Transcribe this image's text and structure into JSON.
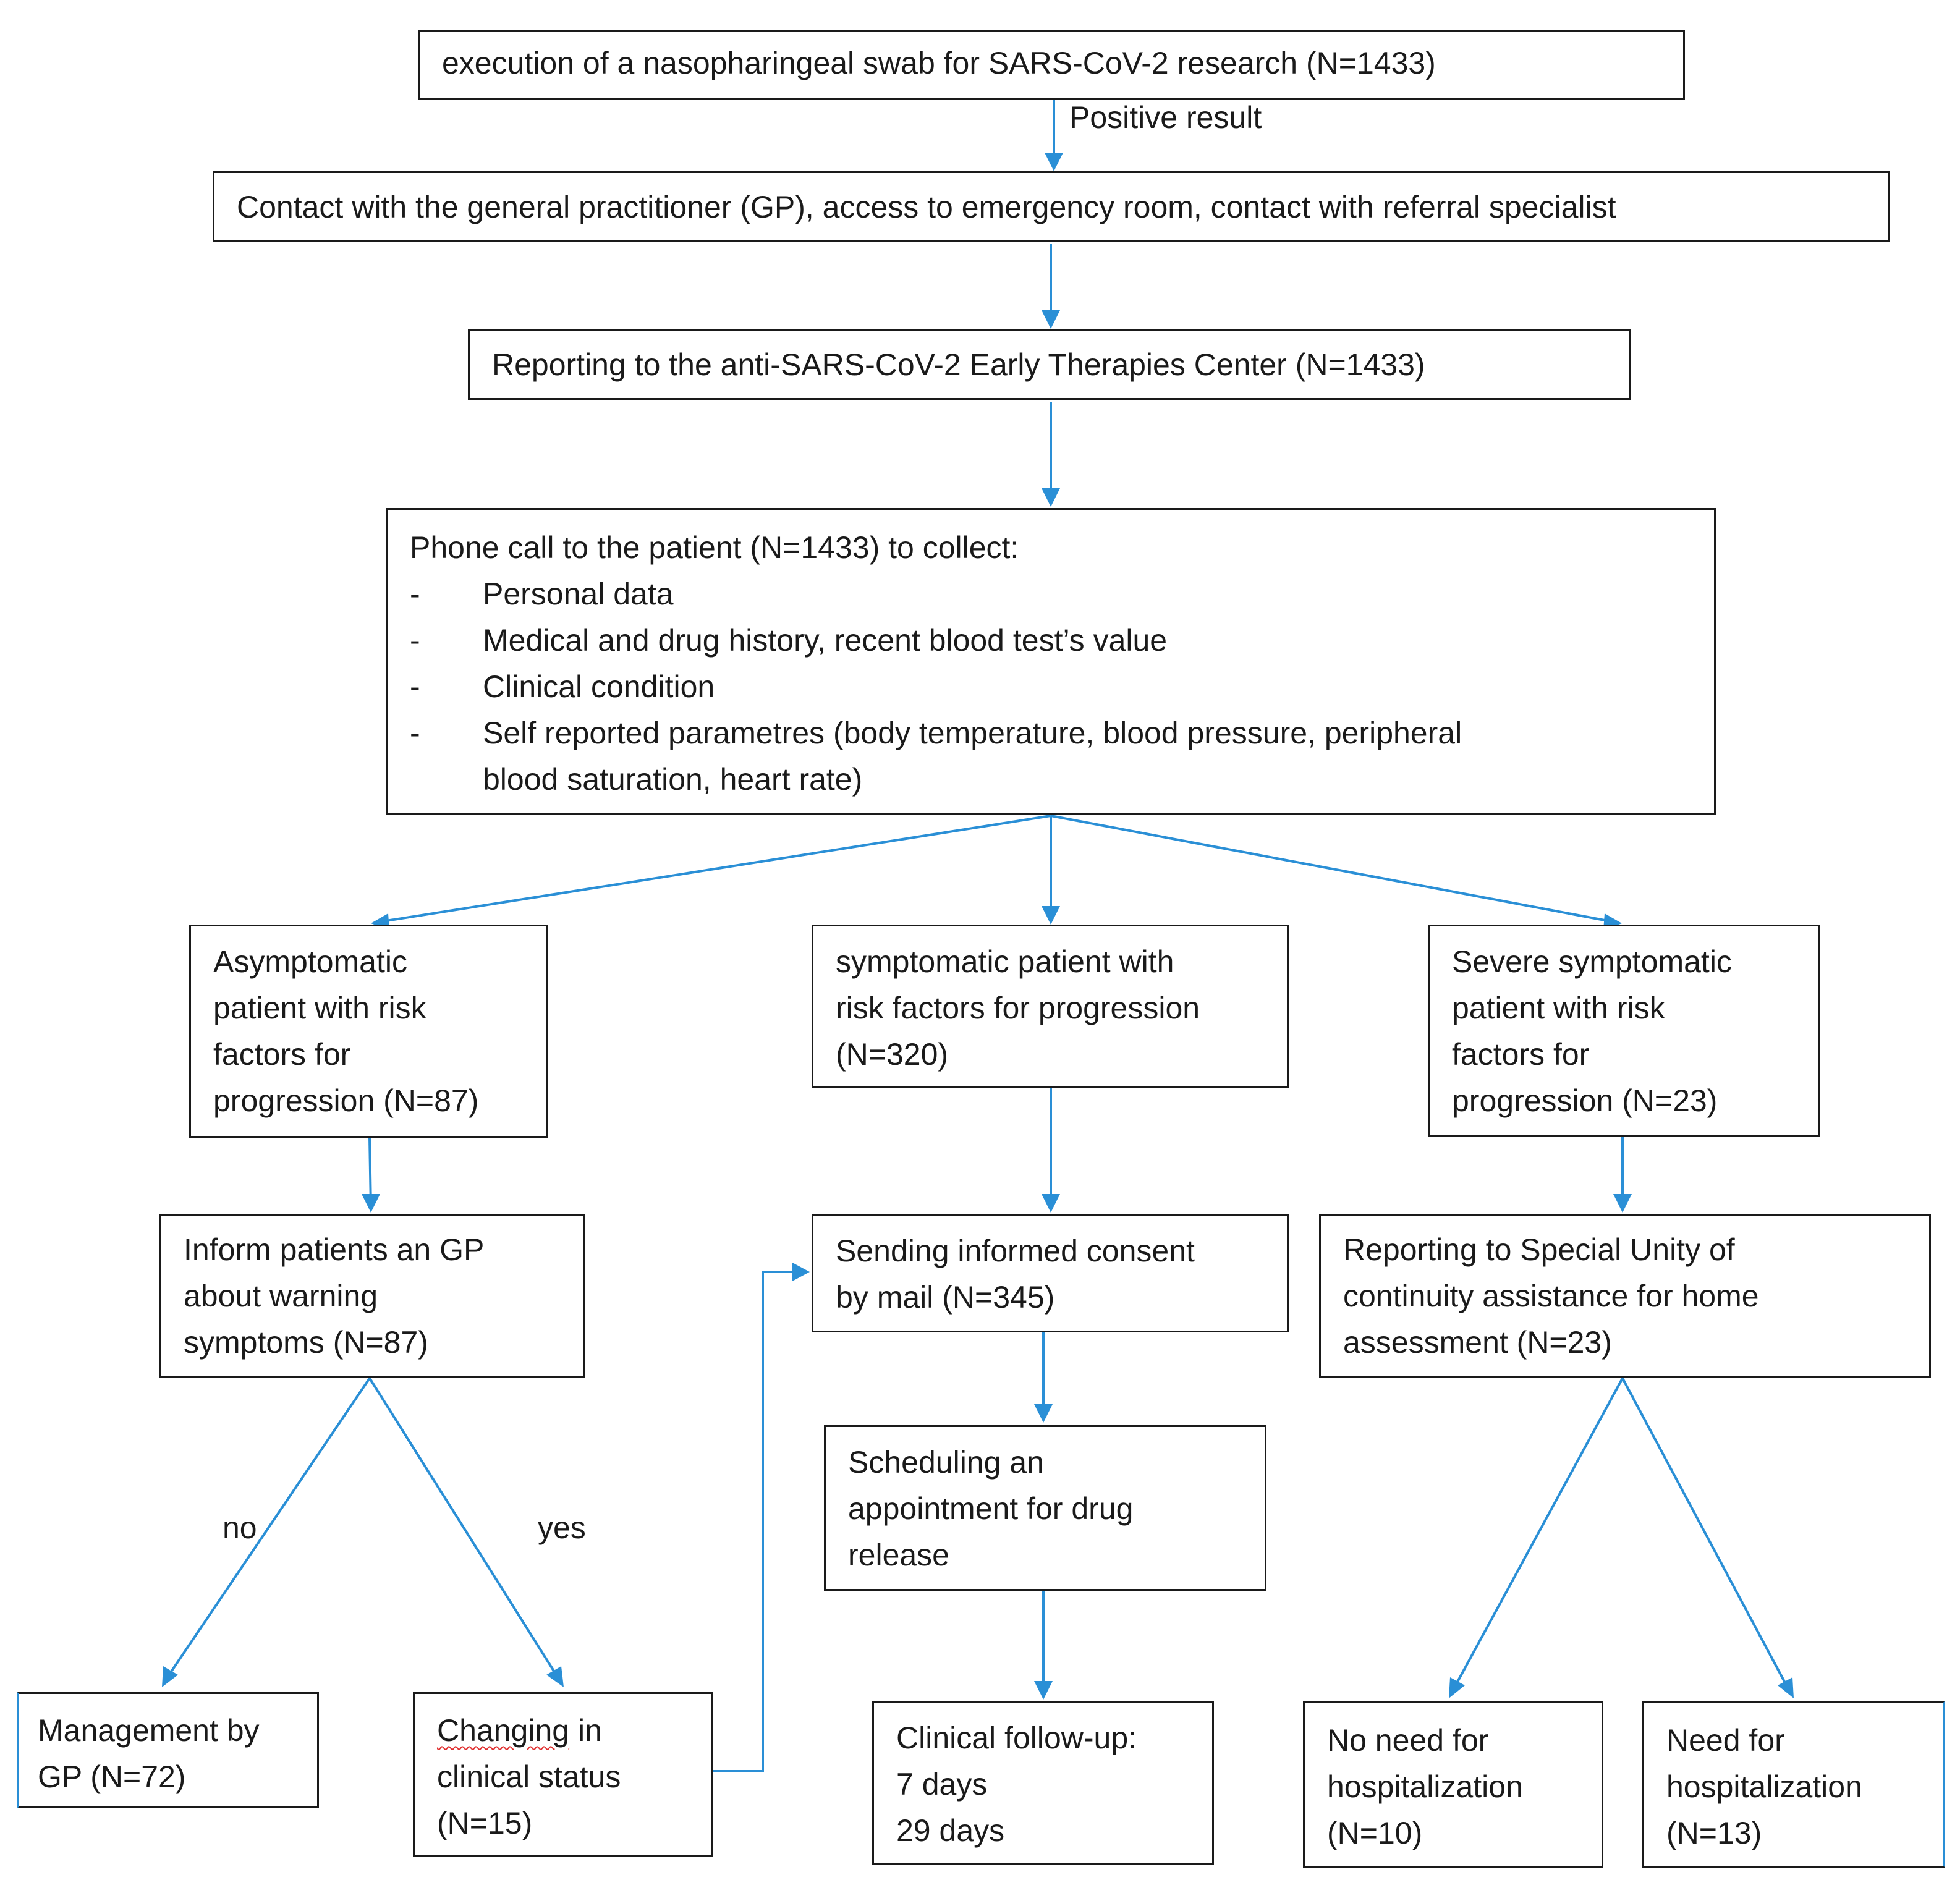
{
  "colors": {
    "arrow": "#2a8fd6",
    "border": "#1a1a1a",
    "spellcheck": "#e03030"
  },
  "nodes": {
    "swab": {
      "line1": "execution of a nasopharingeal swab for SARS-CoV-2 research (N=1433)"
    },
    "positive_label": "Positive result",
    "contact": {
      "line1": "Contact with the general practitioner (GP), access to emergency room, contact with referral specialist"
    },
    "reporting": {
      "line1": "Reporting to the anti-SARS-CoV-2 Early Therapies Center (N=1433)"
    },
    "phone": {
      "intro": "Phone call to the patient (N=1433) to collect:",
      "items": [
        {
          "dash": "-",
          "line1": "Personal data"
        },
        {
          "dash": "-",
          "line1": "Medical and drug history, recent blood test’s value"
        },
        {
          "dash": "-",
          "line1": "Clinical condition"
        },
        {
          "dash": "-",
          "line1": "Self reported parametres (body temperature, blood pressure, peripheral",
          "line2": "blood saturation, heart rate)"
        }
      ]
    },
    "asymptomatic": {
      "line1": "Asymptomatic",
      "line2": "patient with risk",
      "line3": "factors for",
      "line4": "progression (N=87)"
    },
    "symptomatic": {
      "line1": "symptomatic patient with",
      "line2": "risk factors for progression",
      "line3": "(N=320)"
    },
    "severe": {
      "line1": "Severe symptomatic",
      "line2": "patient with risk",
      "line3": "factors for",
      "line4": "progression (N=23)"
    },
    "inform": {
      "line1": "Inform patients an GP",
      "line2": "about warning",
      "line3": "symptoms (N=87)"
    },
    "consent": {
      "line1": "Sending informed consent",
      "line2": "by mail (N=345)"
    },
    "special": {
      "line1": "Reporting to Special Unity of",
      "line2": "continuity assistance for home",
      "line3": "assessment (N=23)"
    },
    "no_label": "no",
    "yes_label": "yes",
    "scheduling": {
      "line1": "Scheduling an",
      "line2": "appointment for drug",
      "line3": "release"
    },
    "management": {
      "line1": "Management by",
      "line2": "GP (N=72)"
    },
    "changing": {
      "line1_word": "Changing",
      "line1_rest": " in",
      "line2": "clinical status",
      "line3": "(N=15)"
    },
    "followup": {
      "line1": "Clinical follow-up:",
      "line2": "7 days",
      "line3": "29 days"
    },
    "no_hosp": {
      "line1": "No need for",
      "line2": "hospitalization",
      "line3": "(N=10)"
    },
    "need_hosp": {
      "line1": "Need for",
      "line2": "hospitalization",
      "line3": "(N=13)"
    }
  }
}
